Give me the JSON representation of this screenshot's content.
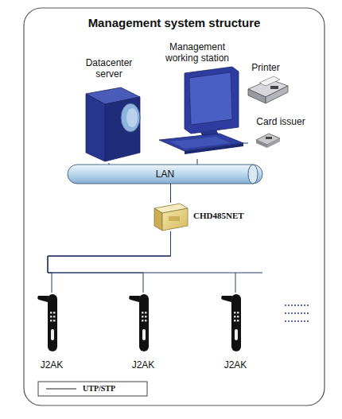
{
  "diagram": {
    "title": "Management system structure",
    "nodes": [
      {
        "text": [
          "Datacenter server"
        ]
      },
      {
        "text": [
          "Management working station"
        ]
      },
      {
        "text": [
          "Printer"
        ]
      },
      {
        "text": [
          "Card issuer"
        ]
      },
      {
        "text": [
          "LAN"
        ]
      },
      {
        "text": [
          "CHD485NET"
        ]
      },
      {
        "text": [
          "J2AK"
        ]
      },
      {
        "text": [
          "J2AK"
        ]
      },
      {
        "text": [
          "J2AK"
        ]
      }
    ],
    "edges": [
      {
        "from": 0,
        "to": 4,
        "arrow": "none"
      },
      {
        "from": 1,
        "to": 4,
        "arrow": "none"
      },
      {
        "from": 3,
        "to": 1,
        "arrow": "none"
      },
      {
        "from": 4,
        "to": 5,
        "arrow": "none"
      },
      {
        "from": 5,
        "to": 6,
        "arrow": "none"
      },
      {
        "from": 5,
        "to": 7,
        "arrow": "none"
      },
      {
        "from": 5,
        "to": 8,
        "arrow": "none"
      }
    ],
    "legend": [
      {
        "text": "UTP/STP"
      }
    ]
  }
}
